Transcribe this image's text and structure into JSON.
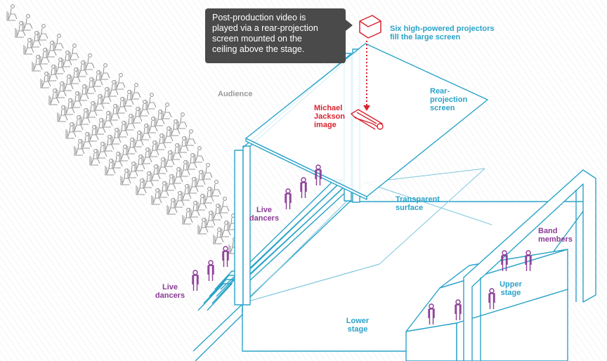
{
  "callout": {
    "lines": [
      "Post-production video is",
      "played via a rear-projection",
      "screen mounted on the",
      "ceiling above the stage."
    ]
  },
  "labels": {
    "projectors": [
      "Six high-powered projectors",
      "fill the large screen"
    ],
    "audience": [
      "Audience"
    ],
    "michael": [
      "Michael",
      "Jackson",
      "image"
    ],
    "rear_screen": [
      "Rear-",
      "projection",
      "screen"
    ],
    "transparent": [
      "Transparent",
      "surface"
    ],
    "dancers_upper": [
      "Live",
      "dancers"
    ],
    "dancers_lower": [
      "Live",
      "dancers"
    ],
    "band": [
      "Band",
      "members"
    ],
    "upper_stage": [
      "Upper",
      "stage"
    ],
    "lower_stage": [
      "Lower",
      "stage"
    ]
  },
  "colors": {
    "structure": "#2aa3c8",
    "audience": "#9a9a9a",
    "projector": "#d8242f",
    "performers": "#8a3a96",
    "callout_bg": "#4a4a4a"
  },
  "icons": {
    "audience_seat": "seated-person-icon",
    "projector": "projector-icon",
    "performer": "standing-person-icon"
  }
}
